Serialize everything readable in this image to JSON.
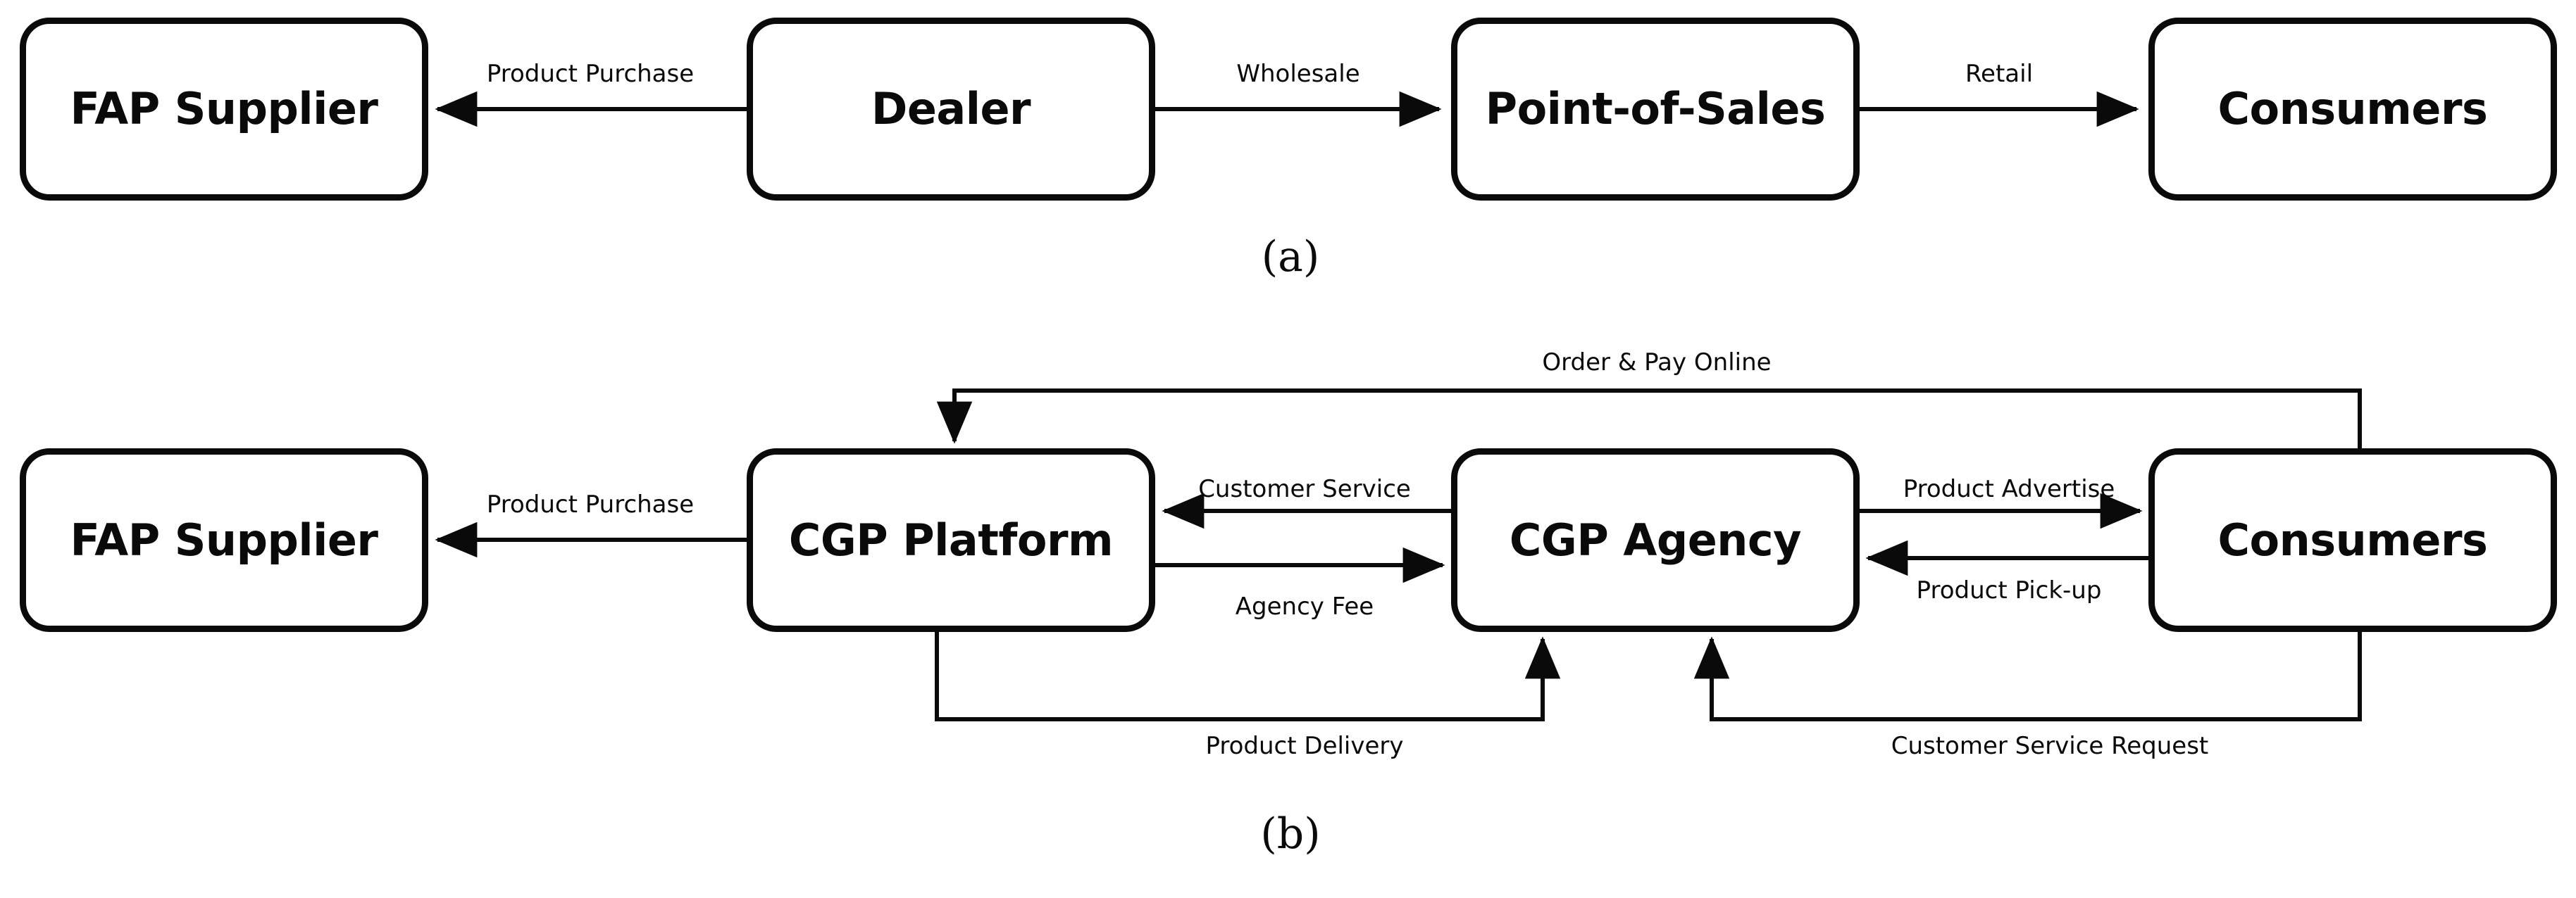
{
  "figure": {
    "panels": [
      {
        "id": "a",
        "caption": "(a)",
        "nodes": [
          {
            "key": "fap-supplier",
            "label": "FAP Supplier"
          },
          {
            "key": "dealer",
            "label": "Dealer"
          },
          {
            "key": "point-of-sales",
            "label": "Point-of-Sales"
          },
          {
            "key": "consumers",
            "label": "Consumers"
          }
        ],
        "edges": [
          {
            "key": "product-purchase",
            "label": "Product Purchase",
            "from": "dealer",
            "to": "fap-supplier"
          },
          {
            "key": "wholesale",
            "label": "Wholesale",
            "from": "dealer",
            "to": "point-of-sales"
          },
          {
            "key": "retail",
            "label": "Retail",
            "from": "point-of-sales",
            "to": "consumers"
          }
        ]
      },
      {
        "id": "b",
        "caption": "(b)",
        "nodes": [
          {
            "key": "fap-supplier",
            "label": "FAP Supplier"
          },
          {
            "key": "cgp-platform",
            "label": "CGP Platform"
          },
          {
            "key": "cgp-agency",
            "label": "CGP Agency"
          },
          {
            "key": "consumers",
            "label": "Consumers"
          }
        ],
        "edges": [
          {
            "key": "product-purchase",
            "label": "Product Purchase",
            "from": "cgp-platform",
            "to": "fap-supplier"
          },
          {
            "key": "order-pay-online",
            "label": "Order & Pay Online",
            "from": "consumers",
            "to": "cgp-platform"
          },
          {
            "key": "customer-service",
            "label": "Customer Service",
            "from": "cgp-agency",
            "to": "cgp-platform"
          },
          {
            "key": "agency-fee",
            "label": "Agency Fee",
            "from": "cgp-platform",
            "to": "cgp-agency"
          },
          {
            "key": "product-advertise",
            "label": "Product Advertise",
            "from": "cgp-agency",
            "to": "consumers"
          },
          {
            "key": "product-pick-up",
            "label": "Product Pick-up",
            "from": "consumers",
            "to": "cgp-agency"
          },
          {
            "key": "product-delivery",
            "label": "Product Delivery",
            "from": "cgp-platform",
            "to": "cgp-agency"
          },
          {
            "key": "customer-service-request",
            "label": "Customer Service Request",
            "from": "consumers",
            "to": "cgp-agency"
          }
        ]
      }
    ],
    "colors": {
      "stroke": "#0a0a0a",
      "fill": "#ffffff",
      "background": "#ffffff"
    }
  }
}
